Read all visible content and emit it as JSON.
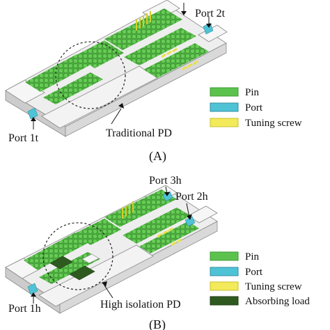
{
  "panel_a": {
    "port_top": "Port 2t",
    "port_left": "Port 1t",
    "device_label": "Traditional PD",
    "caption": "(A)",
    "legend": [
      {
        "label": "Pin",
        "color": "#5cc24e"
      },
      {
        "label": "Port",
        "color": "#4fc3d6"
      },
      {
        "label": "Tuning screw",
        "color": "#f2ea5a"
      }
    ]
  },
  "panel_b": {
    "port_top": "Port 3h",
    "port_right": "Port 2h",
    "port_left": "Port 1h",
    "device_label": "High isolation PD",
    "caption": "(B)",
    "legend": [
      {
        "label": "Pin",
        "color": "#5cc24e"
      },
      {
        "label": "Port",
        "color": "#4fc3d6"
      },
      {
        "label": "Tuning screw",
        "color": "#f2ea5a"
      },
      {
        "label": "Absorbing load",
        "color": "#2f5a1f"
      }
    ]
  },
  "colors": {
    "pin": "#5cc24e",
    "pin_dark": "#3f9a35",
    "port": "#4fc3d6",
    "screw": "#f2ea5a",
    "absorber": "#2f5a1f",
    "base_top": "#eeeeee",
    "base_side": "#c9c9c9",
    "wall_top": "#f6f6f6",
    "wall_side": "#d2d2d2",
    "outline": "#8a8a8a"
  }
}
